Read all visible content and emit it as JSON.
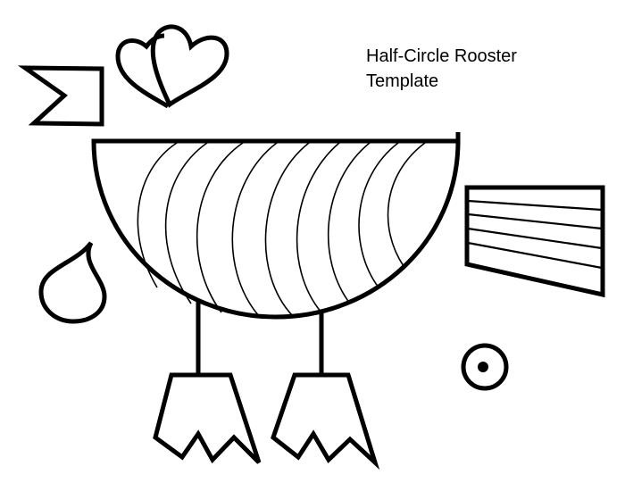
{
  "title": {
    "line1": "Half-Circle Rooster",
    "line2": "Template"
  },
  "shapes": [
    "beak-flag",
    "heart-comb",
    "half-circle-body",
    "tail-feathers",
    "wattle-drop",
    "eye",
    "legs",
    "feet"
  ],
  "colors": {
    "ink": "#000000",
    "paper": "#ffffff"
  }
}
